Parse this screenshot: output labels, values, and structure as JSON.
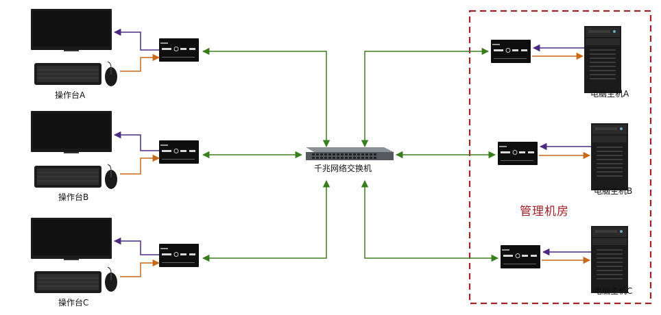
{
  "consoles": [
    {
      "id": "A",
      "label": "操作台A"
    },
    {
      "id": "B",
      "label": "操作台B"
    },
    {
      "id": "C",
      "label": "操作台C"
    }
  ],
  "hosts": [
    {
      "id": "A",
      "label": "电脑主机A"
    },
    {
      "id": "B",
      "label": "电脑主机B"
    },
    {
      "id": "C",
      "label": "电脑主机C"
    }
  ],
  "switch": {
    "label": "千兆网络交换机"
  },
  "room": {
    "label": "管理机房"
  },
  "colors": {
    "network_link": "#3a7d1e",
    "video_link": "#4b2a82",
    "usb_link": "#c8691a",
    "room_border": "#a02226"
  },
  "icons": [
    "monitor-icon",
    "keyboard-icon",
    "mouse-icon",
    "kvm-extender-icon",
    "network-switch-icon",
    "tower-pc-icon"
  ]
}
